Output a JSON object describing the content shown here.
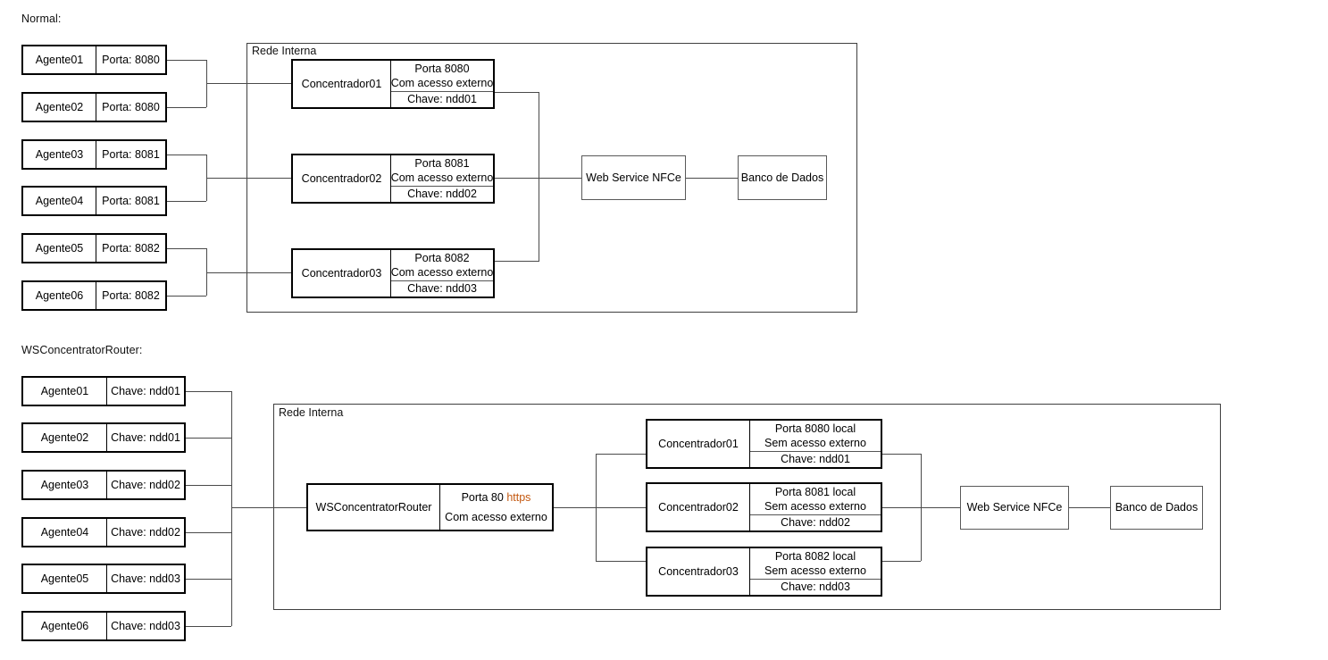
{
  "diagrams": [
    {
      "caption": "Normal:",
      "zone_label": "Rede Interna",
      "agents": [
        {
          "name": "Agente01",
          "detail": "Porta: 8080"
        },
        {
          "name": "Agente02",
          "detail": "Porta: 8080"
        },
        {
          "name": "Agente03",
          "detail": "Porta: 8081"
        },
        {
          "name": "Agente04",
          "detail": "Porta: 8081"
        },
        {
          "name": "Agente05",
          "detail": "Porta: 8082"
        },
        {
          "name": "Agente06",
          "detail": "Porta: 8082"
        }
      ],
      "concentrators": [
        {
          "name": "Concentrador01",
          "port": "Porta 8080",
          "access": "Com acesso externo",
          "key": "Chave: ndd01"
        },
        {
          "name": "Concentrador02",
          "port": "Porta 8081",
          "access": "Com acesso externo",
          "key": "Chave: ndd02"
        },
        {
          "name": "Concentrador03",
          "port": "Porta 8082",
          "access": "Com acesso externo",
          "key": "Chave: ndd03"
        }
      ],
      "web_service": "Web Service NFCe",
      "database": "Banco de Dados"
    },
    {
      "caption": "WSConcentratorRouter:",
      "zone_label": "Rede Interna",
      "agents": [
        {
          "name": "Agente01",
          "detail": "Chave: ndd01"
        },
        {
          "name": "Agente02",
          "detail": "Chave: ndd01"
        },
        {
          "name": "Agente03",
          "detail": "Chave: ndd02"
        },
        {
          "name": "Agente04",
          "detail": "Chave: ndd02"
        },
        {
          "name": "Agente05",
          "detail": "Chave: ndd03"
        },
        {
          "name": "Agente06",
          "detail": "Chave: ndd03"
        }
      ],
      "router": {
        "name": "WSConcentratorRouter",
        "port_prefix": "Porta 80 ",
        "port_accent": "https",
        "access": "Com acesso externo"
      },
      "concentrators": [
        {
          "name": "Concentrador01",
          "port": "Porta 8080 local",
          "access": "Sem acesso externo",
          "key": "Chave: ndd01"
        },
        {
          "name": "Concentrador02",
          "port": "Porta 8081 local",
          "access": "Sem acesso externo",
          "key": "Chave: ndd02"
        },
        {
          "name": "Concentrador03",
          "port": "Porta 8082 local",
          "access": "Sem acesso externo",
          "key": "Chave: ndd03"
        }
      ],
      "web_service": "Web Service NFCe",
      "database": "Banco de Dados"
    }
  ],
  "colors": {
    "stroke": "#000000",
    "connector": "#4a4a4a",
    "zone_border": "#3f3f3f",
    "accent": "#c45911"
  }
}
